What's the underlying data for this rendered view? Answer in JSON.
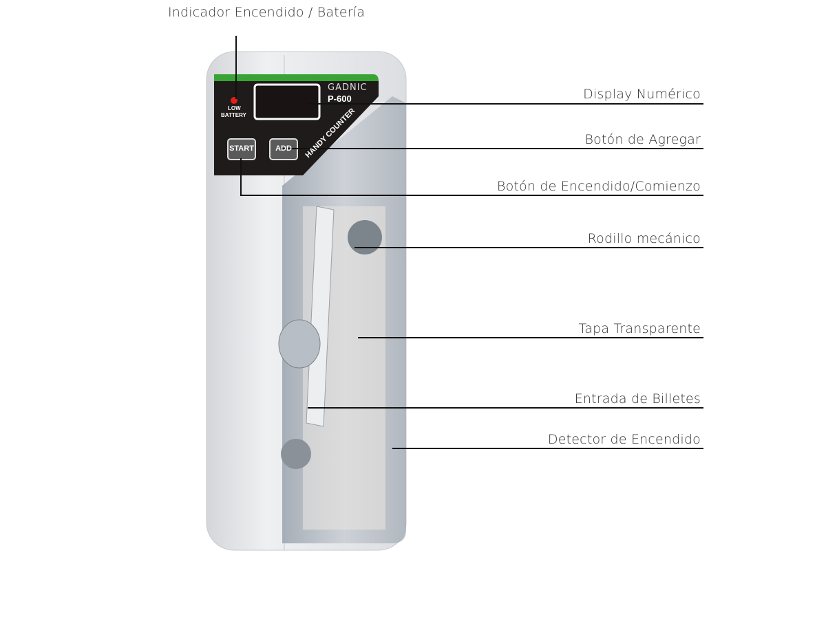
{
  "device": {
    "brand": "GADNIC",
    "model": "P-600",
    "product_line": "HANDY COUNTER",
    "indicator_label_1": "LOW",
    "indicator_label_2": "BATTERY",
    "start_button": "START",
    "add_button": "ADD"
  },
  "callouts": {
    "power_indicator": "Indicador Encendido / Batería",
    "display": "Display Numérico",
    "add_button": "Botón de Agregar",
    "start_button": "Botón de Encendido/Comienzo",
    "roller": "Rodillo mecánico",
    "cover": "Tapa Transparente",
    "bill_entry": "Entrada de Billetes",
    "detector": "Detector de Encendido"
  },
  "colors": {
    "panel": "#1e1b1a",
    "stripe": "#3aa335",
    "led": "#e0201a",
    "body": "#e6e7ea"
  }
}
